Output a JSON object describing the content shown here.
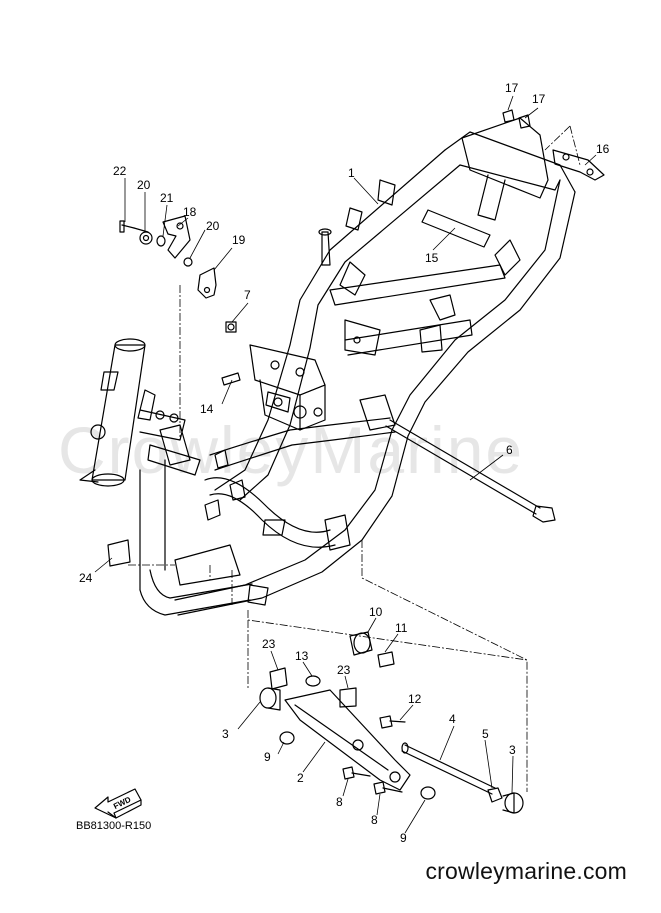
{
  "watermark": "CrowleyMarine",
  "reference_code": "BB81300-R150",
  "website": "crowleymarine.com",
  "fwd_label": "FWD",
  "callouts": {
    "c17a": "17",
    "c17b": "17",
    "c16": "16",
    "c1": "1",
    "c15": "15",
    "c22": "22",
    "c20a": "20",
    "c21": "21",
    "c18": "18",
    "c20b": "20",
    "c19": "19",
    "c7": "7",
    "c14": "14",
    "c6": "6",
    "c24": "24",
    "c10": "10",
    "c11": "11",
    "c23a": "23",
    "c13": "13",
    "c23b": "23",
    "c12": "12",
    "c4": "4",
    "c3a": "3",
    "c9a": "9",
    "c2": "2",
    "c5": "5",
    "c3b": "3",
    "c8a": "8",
    "c8b": "8",
    "c9b": "9"
  }
}
